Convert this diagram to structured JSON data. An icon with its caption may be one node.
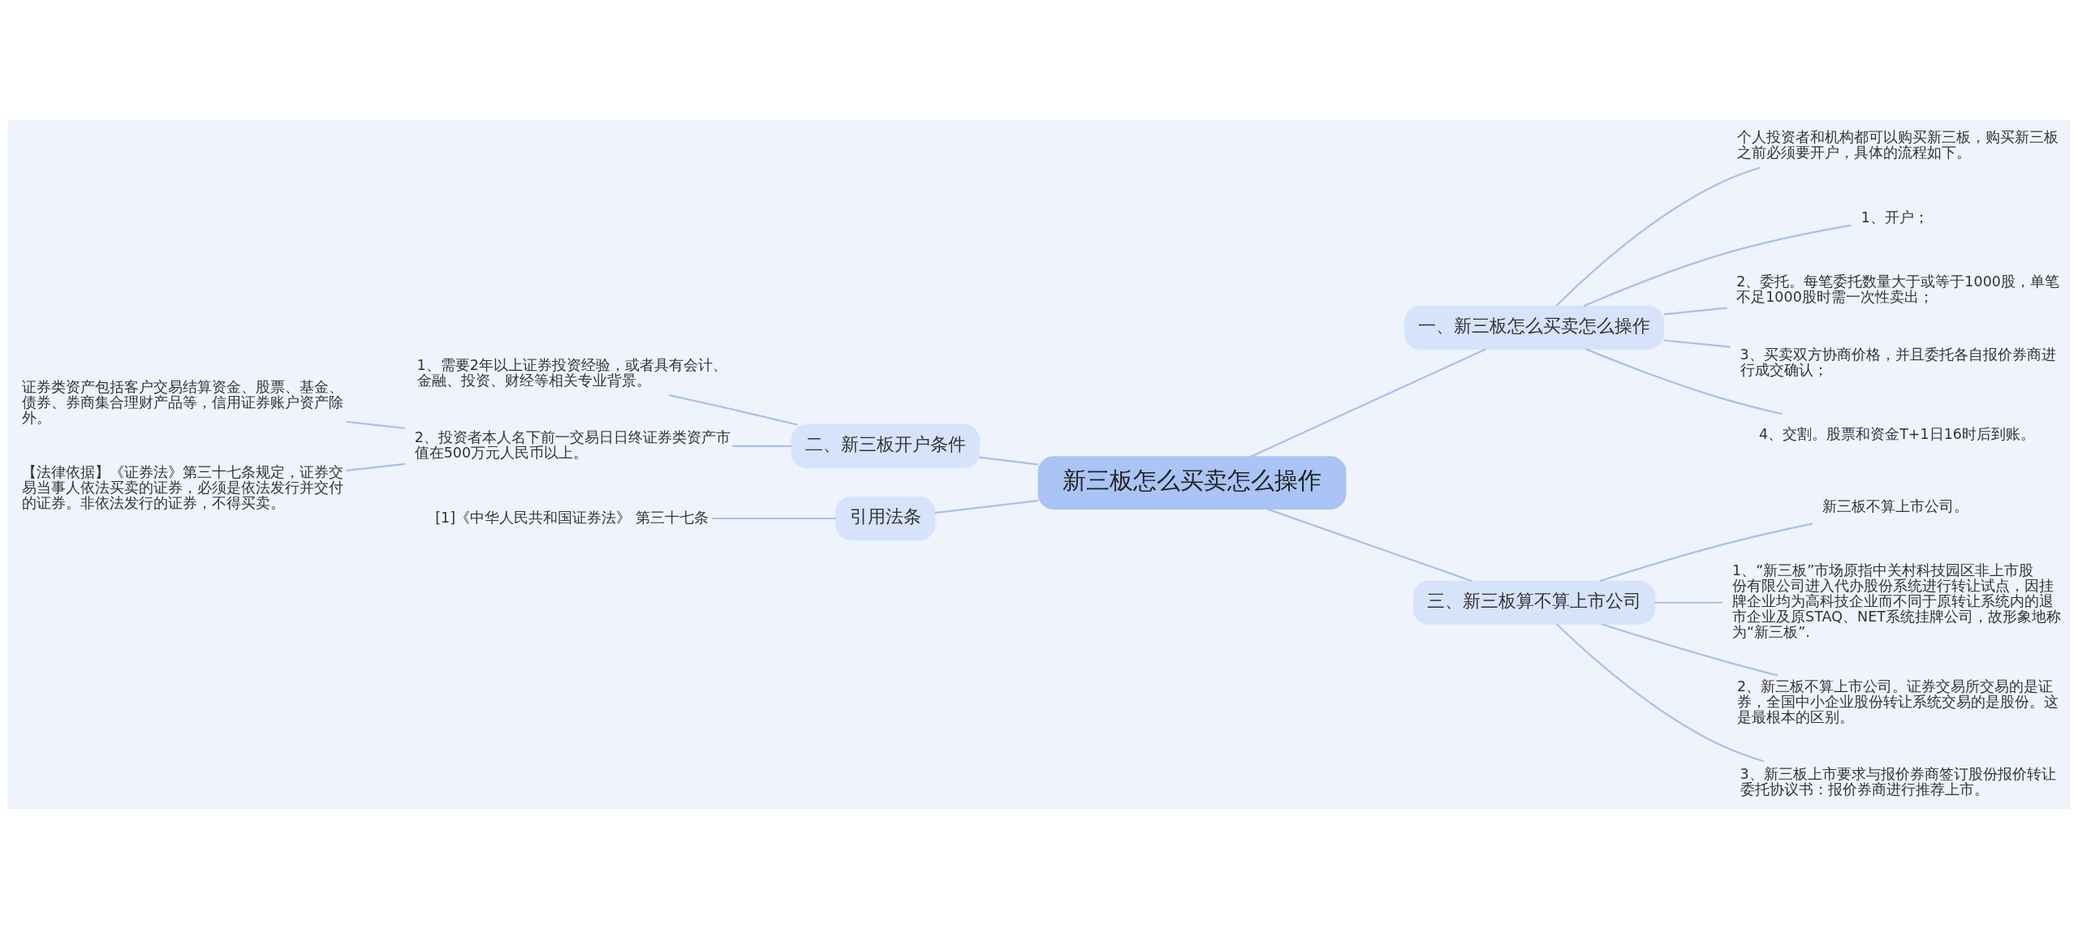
{
  "diagram": {
    "nodes": [
      {
        "text": [
          "新三板怎么买卖怎么操作"
        ]
      },
      {
        "text": [
          "一、新三板怎么买卖怎么操作"
        ]
      },
      {
        "text": [
          "个人投资者和机构都可以购买新三板，购买新三板之前必须要开户，具体的流程如下。"
        ]
      },
      {
        "text": [
          "1、开户；"
        ]
      },
      {
        "text": [
          "2、委托。每笔委托数量大于或等于1000股，单笔不足1000股时需一次性卖出；"
        ]
      },
      {
        "text": [
          "3、买卖双方协商价格，并且委托各自报价券商进行成交确认；"
        ]
      },
      {
        "text": [
          "4、交割。股票和资金T+1日16时后到账。"
        ]
      },
      {
        "text": [
          "三、新三板算不算上市公司"
        ]
      },
      {
        "text": [
          "新三板不算上市公司。"
        ]
      },
      {
        "text": [
          "1、“新三板”市场原指中关村科技园区非上市股份有限公司进入代办股份系统进行转让试点，因挂牌企业均为高科技企业而不同于原转让系统内的退市企业及原STAQ、NET系统挂牌公司，故形象地称为“新三板”."
        ]
      },
      {
        "text": [
          "2、新三板不算上市公司。证券交易所交易的是证券，全国中小企业股份转让系统交易的是股份。这是最根本的区别。"
        ]
      },
      {
        "text": [
          "3、新三板上市要求与报价券商签订股份报价转让委托协议书：报价券商进行推荐上市。"
        ]
      },
      {
        "text": [
          "二、新三板开户条件"
        ]
      },
      {
        "text": [
          "1、需要2年以上证券投资经验，或者具有会计、金融、投资、财经等相关专业背景。"
        ]
      },
      {
        "text": [
          "2、投资者本人名下前一交易日日终证券类资产市值在500万元人民币以上。"
        ]
      },
      {
        "text": [
          "证券类资产包括客户交易结算资金、股票、基金、债券、券商集合理财产品等，信用证券账户资产除外。"
        ]
      },
      {
        "text": [
          "【法律依据】《证券法》第三十七条规定，证券交易当事人依法买卖的证券，必须是依法发行并交付的证券。非依法发行的证券，不得买卖。"
        ]
      },
      {
        "text": [
          "引用法条"
        ]
      },
      {
        "text": [
          "[1]《中华人民共和国证券法》 第三十七条"
        ]
      }
    ],
    "edges": [
      {
        "from": 0,
        "to": 1,
        "arrow": "none"
      },
      {
        "from": 1,
        "to": 2,
        "arrow": "none"
      },
      {
        "from": 1,
        "to": 3,
        "arrow": "none"
      },
      {
        "from": 1,
        "to": 4,
        "arrow": "none"
      },
      {
        "from": 1,
        "to": 5,
        "arrow": "none"
      },
      {
        "from": 1,
        "to": 6,
        "arrow": "none"
      },
      {
        "from": 0,
        "to": 7,
        "arrow": "none"
      },
      {
        "from": 7,
        "to": 8,
        "arrow": "none"
      },
      {
        "from": 7,
        "to": 9,
        "arrow": "none"
      },
      {
        "from": 7,
        "to": 10,
        "arrow": "none"
      },
      {
        "from": 7,
        "to": 11,
        "arrow": "none"
      },
      {
        "from": 0,
        "to": 12,
        "arrow": "none"
      },
      {
        "from": 12,
        "to": 13,
        "arrow": "none"
      },
      {
        "from": 12,
        "to": 14,
        "arrow": "none"
      },
      {
        "from": 14,
        "to": 15,
        "arrow": "none"
      },
      {
        "from": 14,
        "to": 16,
        "arrow": "none"
      },
      {
        "from": 0,
        "to": 17,
        "arrow": "none"
      },
      {
        "from": 17,
        "to": 18,
        "arrow": "none"
      }
    ]
  }
}
